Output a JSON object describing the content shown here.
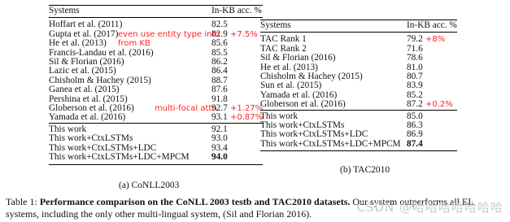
{
  "left_table": {
    "header": {
      "systems": "Systems",
      "acc": "In-KB acc. %"
    },
    "rows1": [
      {
        "system": "Hoffart et al. (2011)",
        "acc": "82.5"
      },
      {
        "system": "Gupta et al. (2017)",
        "acc": "82.9",
        "delta": "+7.5%",
        "note": "even use entity type info"
      },
      {
        "system": "He et al. (2013)",
        "acc": "85.6",
        "note": "from KB"
      },
      {
        "system": "Francis-Landau et al. (2016)",
        "acc": "85.5"
      },
      {
        "system": "Sil & Florian (2016)",
        "acc": "86.2"
      },
      {
        "system": "Lazic et al. (2015)",
        "acc": "86.4"
      },
      {
        "system": "Chisholm & Hachey (2015)",
        "acc": "88.7"
      },
      {
        "system": "Ganea et al. (2015)",
        "acc": "87.6"
      },
      {
        "system": "Pershina et al. (2015)",
        "acc": "91.8"
      },
      {
        "system": "Globerson et al. (2016)",
        "acc": "92.7",
        "delta": "+1.27%",
        "note": "multi-focal attn"
      },
      {
        "system": "Yamada et al. (2016)",
        "acc": "93.1",
        "delta": "+0.87%"
      }
    ],
    "rows2": [
      {
        "system": "This work",
        "acc": "92.1"
      },
      {
        "system": "This work+CtxLSTMs",
        "acc": "93.0"
      },
      {
        "system": "This work+CtxLSTMs+LDC",
        "acc": "93.4"
      },
      {
        "system": "This work+CtxLSTMs+LDC+MPCM",
        "acc": "94.0"
      }
    ],
    "caption": "(a) CoNLL2003"
  },
  "right_table": {
    "header": {
      "systems": "Systems",
      "acc": "In-KB acc. %"
    },
    "rows1": [
      {
        "system": "TAC Rank 1",
        "acc": "79.2",
        "delta": "+8%"
      },
      {
        "system": "TAC Rank 2",
        "acc": "71.6"
      },
      {
        "system": "Sil & Florian (2016)",
        "acc": "78.6"
      },
      {
        "system": "He et al. (2013)",
        "acc": "81.0"
      },
      {
        "system": "Chisholm & Hachey (2015)",
        "acc": "80.7"
      },
      {
        "system": "Sun et al. (2015)",
        "acc": "83.9"
      },
      {
        "system": "Yamada et al. (2016)",
        "acc": "85.2"
      },
      {
        "system": "Globerson et al. (2016)",
        "acc": "87.2",
        "delta": "+0.2%"
      }
    ],
    "rows2": [
      {
        "system": "This work",
        "acc": "85.0"
      },
      {
        "system": "This work+CtxLSTMs",
        "acc": "86.3"
      },
      {
        "system": "This work+CtxLSTMs+LDC",
        "acc": "86.9"
      },
      {
        "system": "This work+CtxLSTMs+LDC+MPCM",
        "acc": "87.4"
      }
    ],
    "caption": "(b) TAC2010"
  },
  "table_caption": {
    "label": "Table 1:",
    "bold": "Performance comparison on the CoNLL 2003 testb and TAC2010 datasets.",
    "rest": "Our system outperforms all EL systems, including the only other multi-lingual system, (Sil and Florian 2016)."
  },
  "watermark": "CSDN @哈哈哈哈哈哈哈"
}
